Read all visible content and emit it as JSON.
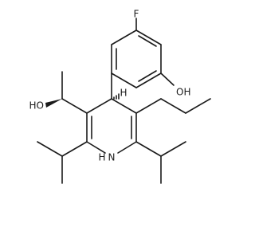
{
  "structure": {
    "atom_labels": {
      "fluorine": "F",
      "phenol_oxygen": "OH",
      "alcohol_oxygen": "HO",
      "ring_nitrogen": "N",
      "nitrogen_hydrogen": "H",
      "stereo_hydrogen": "H"
    }
  }
}
